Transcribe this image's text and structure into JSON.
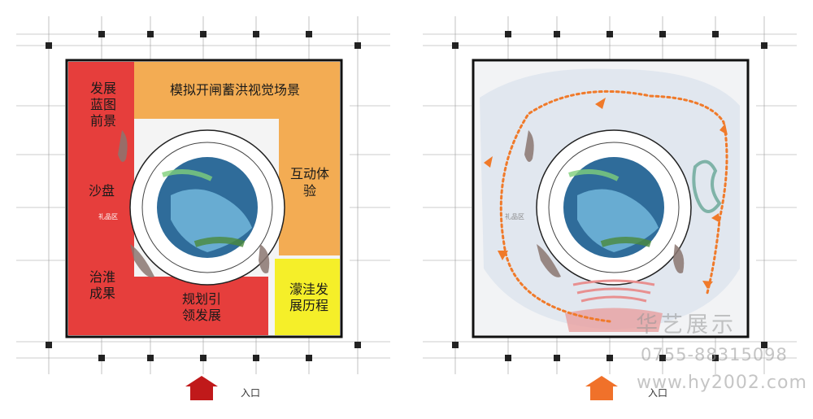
{
  "left_plan": {
    "zones": [
      {
        "id": "blueprint",
        "lines": [
          "发展",
          "蓝图",
          "前景"
        ],
        "color": "#e0201f"
      },
      {
        "id": "sandtable",
        "lines": [
          "沙盘"
        ],
        "color": "#e0201f"
      },
      {
        "id": "results",
        "lines": [
          "治淮",
          "成果"
        ],
        "color": "#e0201f"
      },
      {
        "id": "planning",
        "lines": [
          "规划引",
          "领发展"
        ],
        "color": "#e0201f"
      },
      {
        "id": "flood",
        "lines": [
          "模拟开闸蓄洪视觉场景"
        ],
        "color": "#f39a1b"
      },
      {
        "id": "interactive",
        "lines": [
          "互动体",
          "验"
        ],
        "color": "#f39a1b"
      },
      {
        "id": "history",
        "lines": [
          "濛洼发",
          "展历程"
        ],
        "color": "#f4ee00"
      }
    ],
    "small_label": "礼品区",
    "entrance_label": "入口",
    "arrow_color": "#c0191a"
  },
  "right_plan": {
    "small_label": "礼品区",
    "entrance_label": "入口",
    "arrow_color": "#f0712a",
    "flow_color": "#f07a2a"
  },
  "watermark": {
    "brand": "华艺展示",
    "phone": "0755-88315098",
    "url": "www.hy2002.com"
  }
}
